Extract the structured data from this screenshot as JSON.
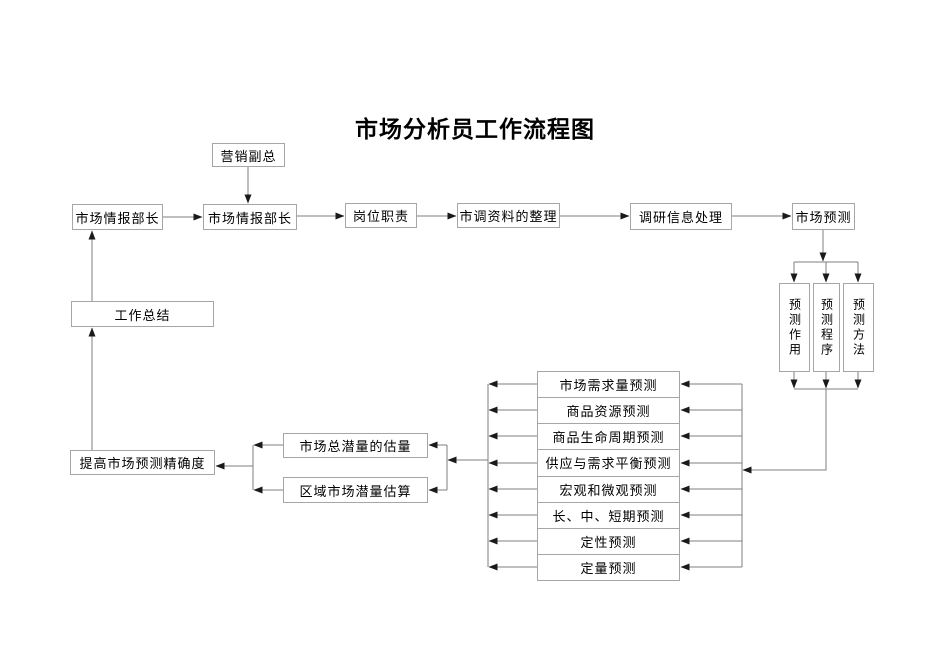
{
  "title": "市场分析员工作流程图",
  "flowchart": {
    "nodes": {
      "marketing_vp": "营销副总",
      "intel_chief_1": "市场情报部长",
      "intel_chief_2": "市场情报部长",
      "job_duties": "岗位职责",
      "survey_data_sorting": "市调资料的整理",
      "research_info_processing": "调研信息处理",
      "market_forecast": "市场预测",
      "work_summary": "工作总结",
      "improve_accuracy": "提高市场预测精确度",
      "total_market_potential": "市场总潜量的估量",
      "regional_market_potential": "区域市场潜量估算",
      "vertical": [
        "预测作用",
        "预测程序",
        "预测方法"
      ],
      "forecast_types": [
        "市场需求量预测",
        "商品资源预测",
        "商品生命周期预测",
        "供应与需求平衡预测",
        "宏观和微观预测",
        "长、中、短期预测",
        "定性预测",
        "定量预测"
      ]
    },
    "colors": {
      "line": "#7f7f7f",
      "box_border": "#a6a6a6",
      "arrowhead": "#1a1a1a",
      "text": "#000000"
    }
  }
}
